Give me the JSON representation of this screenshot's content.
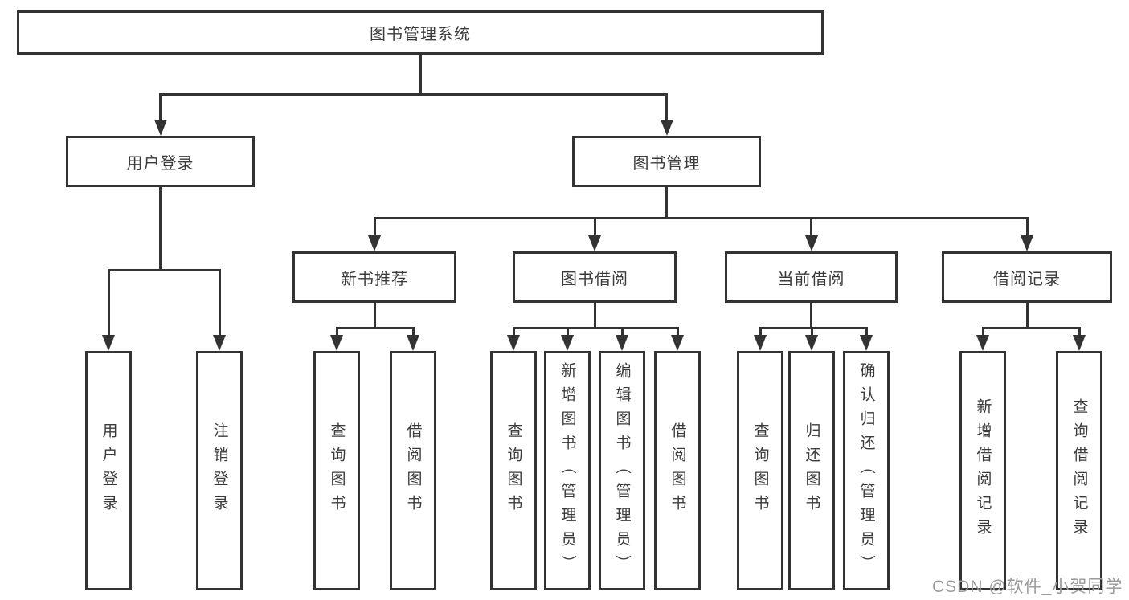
{
  "tree": {
    "root": "图书管理系统",
    "level2": [
      "用户登录",
      "图书管理"
    ],
    "level3": [
      "新书推荐",
      "图书借阅",
      "当前借阅",
      "借阅记录"
    ],
    "leaves": {
      "login": [
        "用户登录",
        "注销登录"
      ],
      "recommend": [
        "查询图书",
        "借阅图书"
      ],
      "borrow": [
        "查询图书",
        "新增图书（管理员）",
        "编辑图书（管理员）",
        "借阅图书"
      ],
      "current": [
        "查询图书",
        "归还图书",
        "确认归还（管理员）"
      ],
      "records": [
        "新增借阅记录",
        "查询借阅记录"
      ]
    }
  },
  "watermark": "CSDN @软件_小贺同学",
  "colors": {
    "line": "#333333",
    "text": "#3a3a3a",
    "watermark": "#9b9b9b",
    "background": "#ffffff"
  }
}
